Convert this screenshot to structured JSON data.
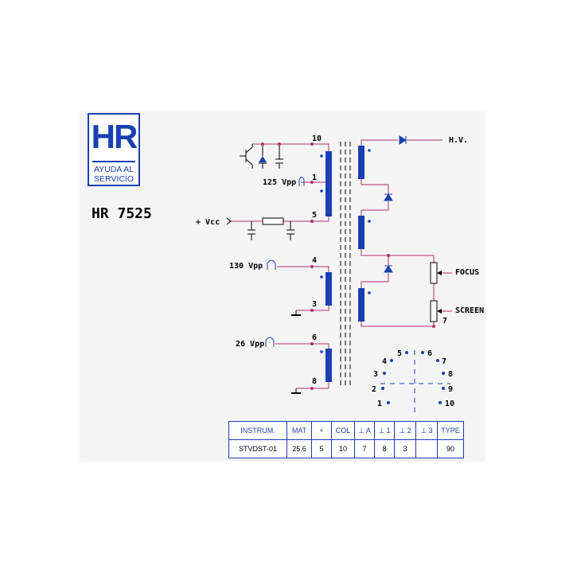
{
  "logo": {
    "mark": "HR",
    "line1": "AYUDA AL",
    "line2": "SERVICIO"
  },
  "model": "HR 7525",
  "pins": {
    "p10": "10",
    "p1": "1",
    "p5": "5",
    "p4": "4",
    "p3": "3",
    "p6": "6",
    "p8": "8",
    "p7": "7"
  },
  "signals": {
    "vpp125": "125 Vpp",
    "vcc": "+ Vcc",
    "vpp130": "130 Vpp",
    "vpp26": "26 Vpp",
    "hv": "H.V.",
    "focus": "FOCUS",
    "screen": "SCREEN"
  },
  "pinout": [
    "1",
    "2",
    "3",
    "4",
    "5",
    "6",
    "7",
    "8",
    "9",
    "10"
  ],
  "table": {
    "headers": [
      "INSTRUM.",
      "MAT",
      "+",
      "COL",
      "⊥ A",
      "⊥ 1",
      "⊥ 2",
      "⊥ 3",
      "TYPE"
    ],
    "row": [
      "STVDST-01",
      "25.6",
      "5",
      "10",
      "7",
      "8",
      "3",
      "",
      "90"
    ]
  },
  "colors": {
    "wire": "#b0306a",
    "coil": "#1a3fb0",
    "ink": "#000000"
  }
}
